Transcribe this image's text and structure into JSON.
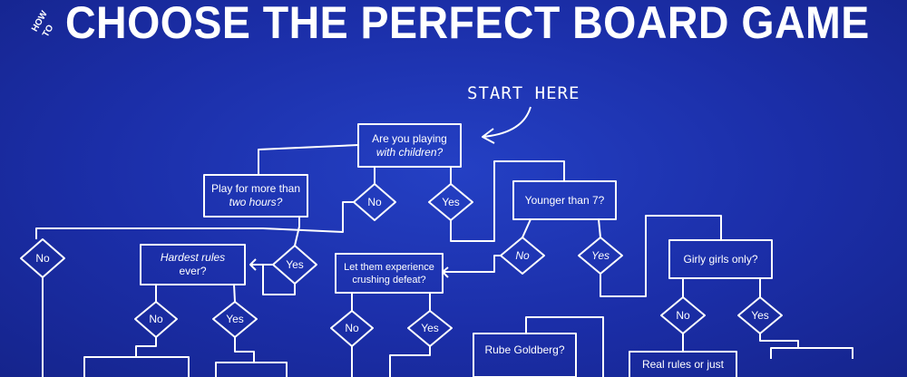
{
  "header": {
    "how_line1": "HOW",
    "how_line2": "TO",
    "title": "CHOOSE THE PERFECT BOARD GAME"
  },
  "start_label": "START HERE",
  "questions": {
    "children_1": "Are you playing",
    "children_2": "with children?",
    "two_hours_1": "Play for more than",
    "two_hours_2": "two hours?",
    "younger7": "Younger than 7?",
    "hardest_1": "Hardest rules",
    "hardest_2": "ever?",
    "crushing_1": "Let them experience",
    "crushing_2": "crushing defeat?",
    "girly": "Girly girls only?",
    "rube": "Rube Goldberg?",
    "real_rules": "Real rules or just"
  },
  "answers": {
    "no": "No",
    "yes": "Yes"
  },
  "colors": {
    "background": "#1b2ea8",
    "lines": "#ffffff"
  }
}
